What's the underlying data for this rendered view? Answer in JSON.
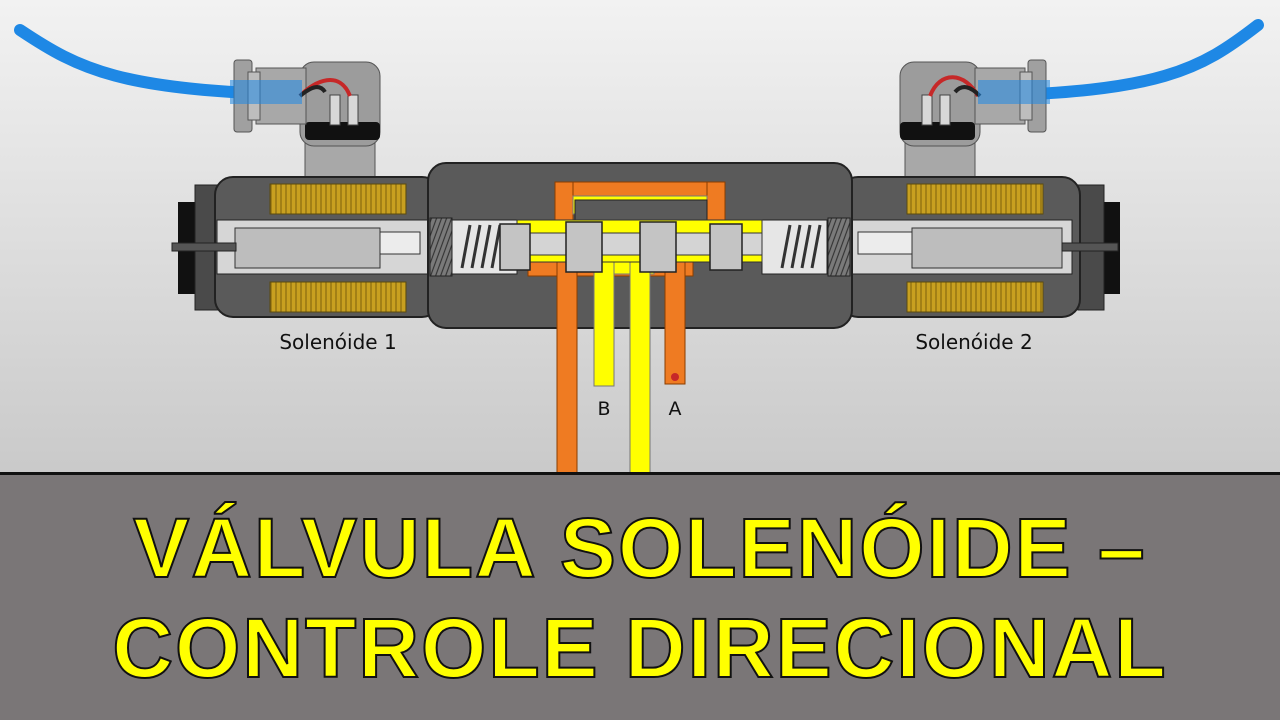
{
  "labels": {
    "solenoid_1": "Solenóide 1",
    "solenoid_2": "Solenóide 2",
    "port_b": "B",
    "port_a": "A"
  },
  "banner": {
    "line_1": "VÁLVULA SOLENÓIDE –",
    "line_2": "CONTROLE DIRECIONAL"
  },
  "colors": {
    "cable": "#1e88e5",
    "pressure_line": "#ef7b22",
    "tank_line": "#ffff00",
    "coil": "#c8a020",
    "body": "#5a5a5a",
    "banner_background": "#7a7677",
    "banner_text": "#ffff00"
  }
}
